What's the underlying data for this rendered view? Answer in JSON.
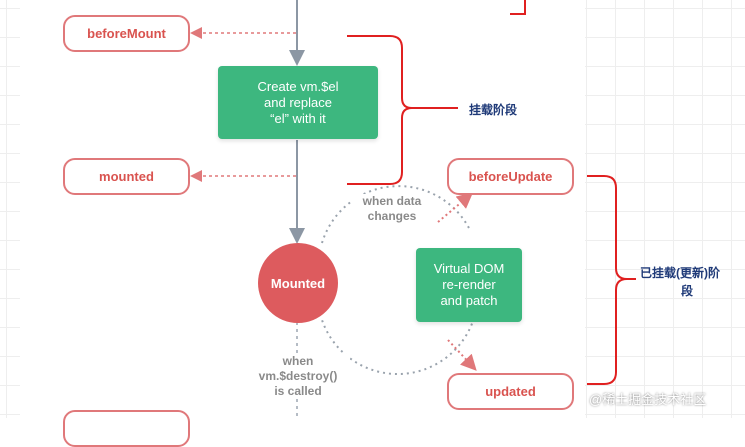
{
  "hooks": {
    "before_mount": "beforeMount",
    "mounted": "mounted",
    "before_update": "beforeUpdate",
    "updated": "updated"
  },
  "processes": {
    "create_el": "Create vm.$el\nand replace\n“el” with it",
    "virtual_dom": "Virtual DOM\nre-render\nand patch"
  },
  "state": {
    "mounted_circle": "Mounted"
  },
  "labels": {
    "when_data_changes": "when data\nchanges",
    "when_destroy": "when\nvm.$destroy()\nis called"
  },
  "annotations": {
    "mount_phase": "挂载阶段",
    "update_phase_line1": "已挂载(更新)阶",
    "update_phase_line2": "段"
  },
  "watermark": "@稀土掘金技术社区",
  "colors": {
    "hook_border": "#e0787a",
    "hook_text": "#d9534f",
    "process_green": "#3db77f",
    "mounted_red": "#dd5b5e",
    "bracket_red": "#e02020",
    "annotation_blue": "#1f3a78"
  }
}
